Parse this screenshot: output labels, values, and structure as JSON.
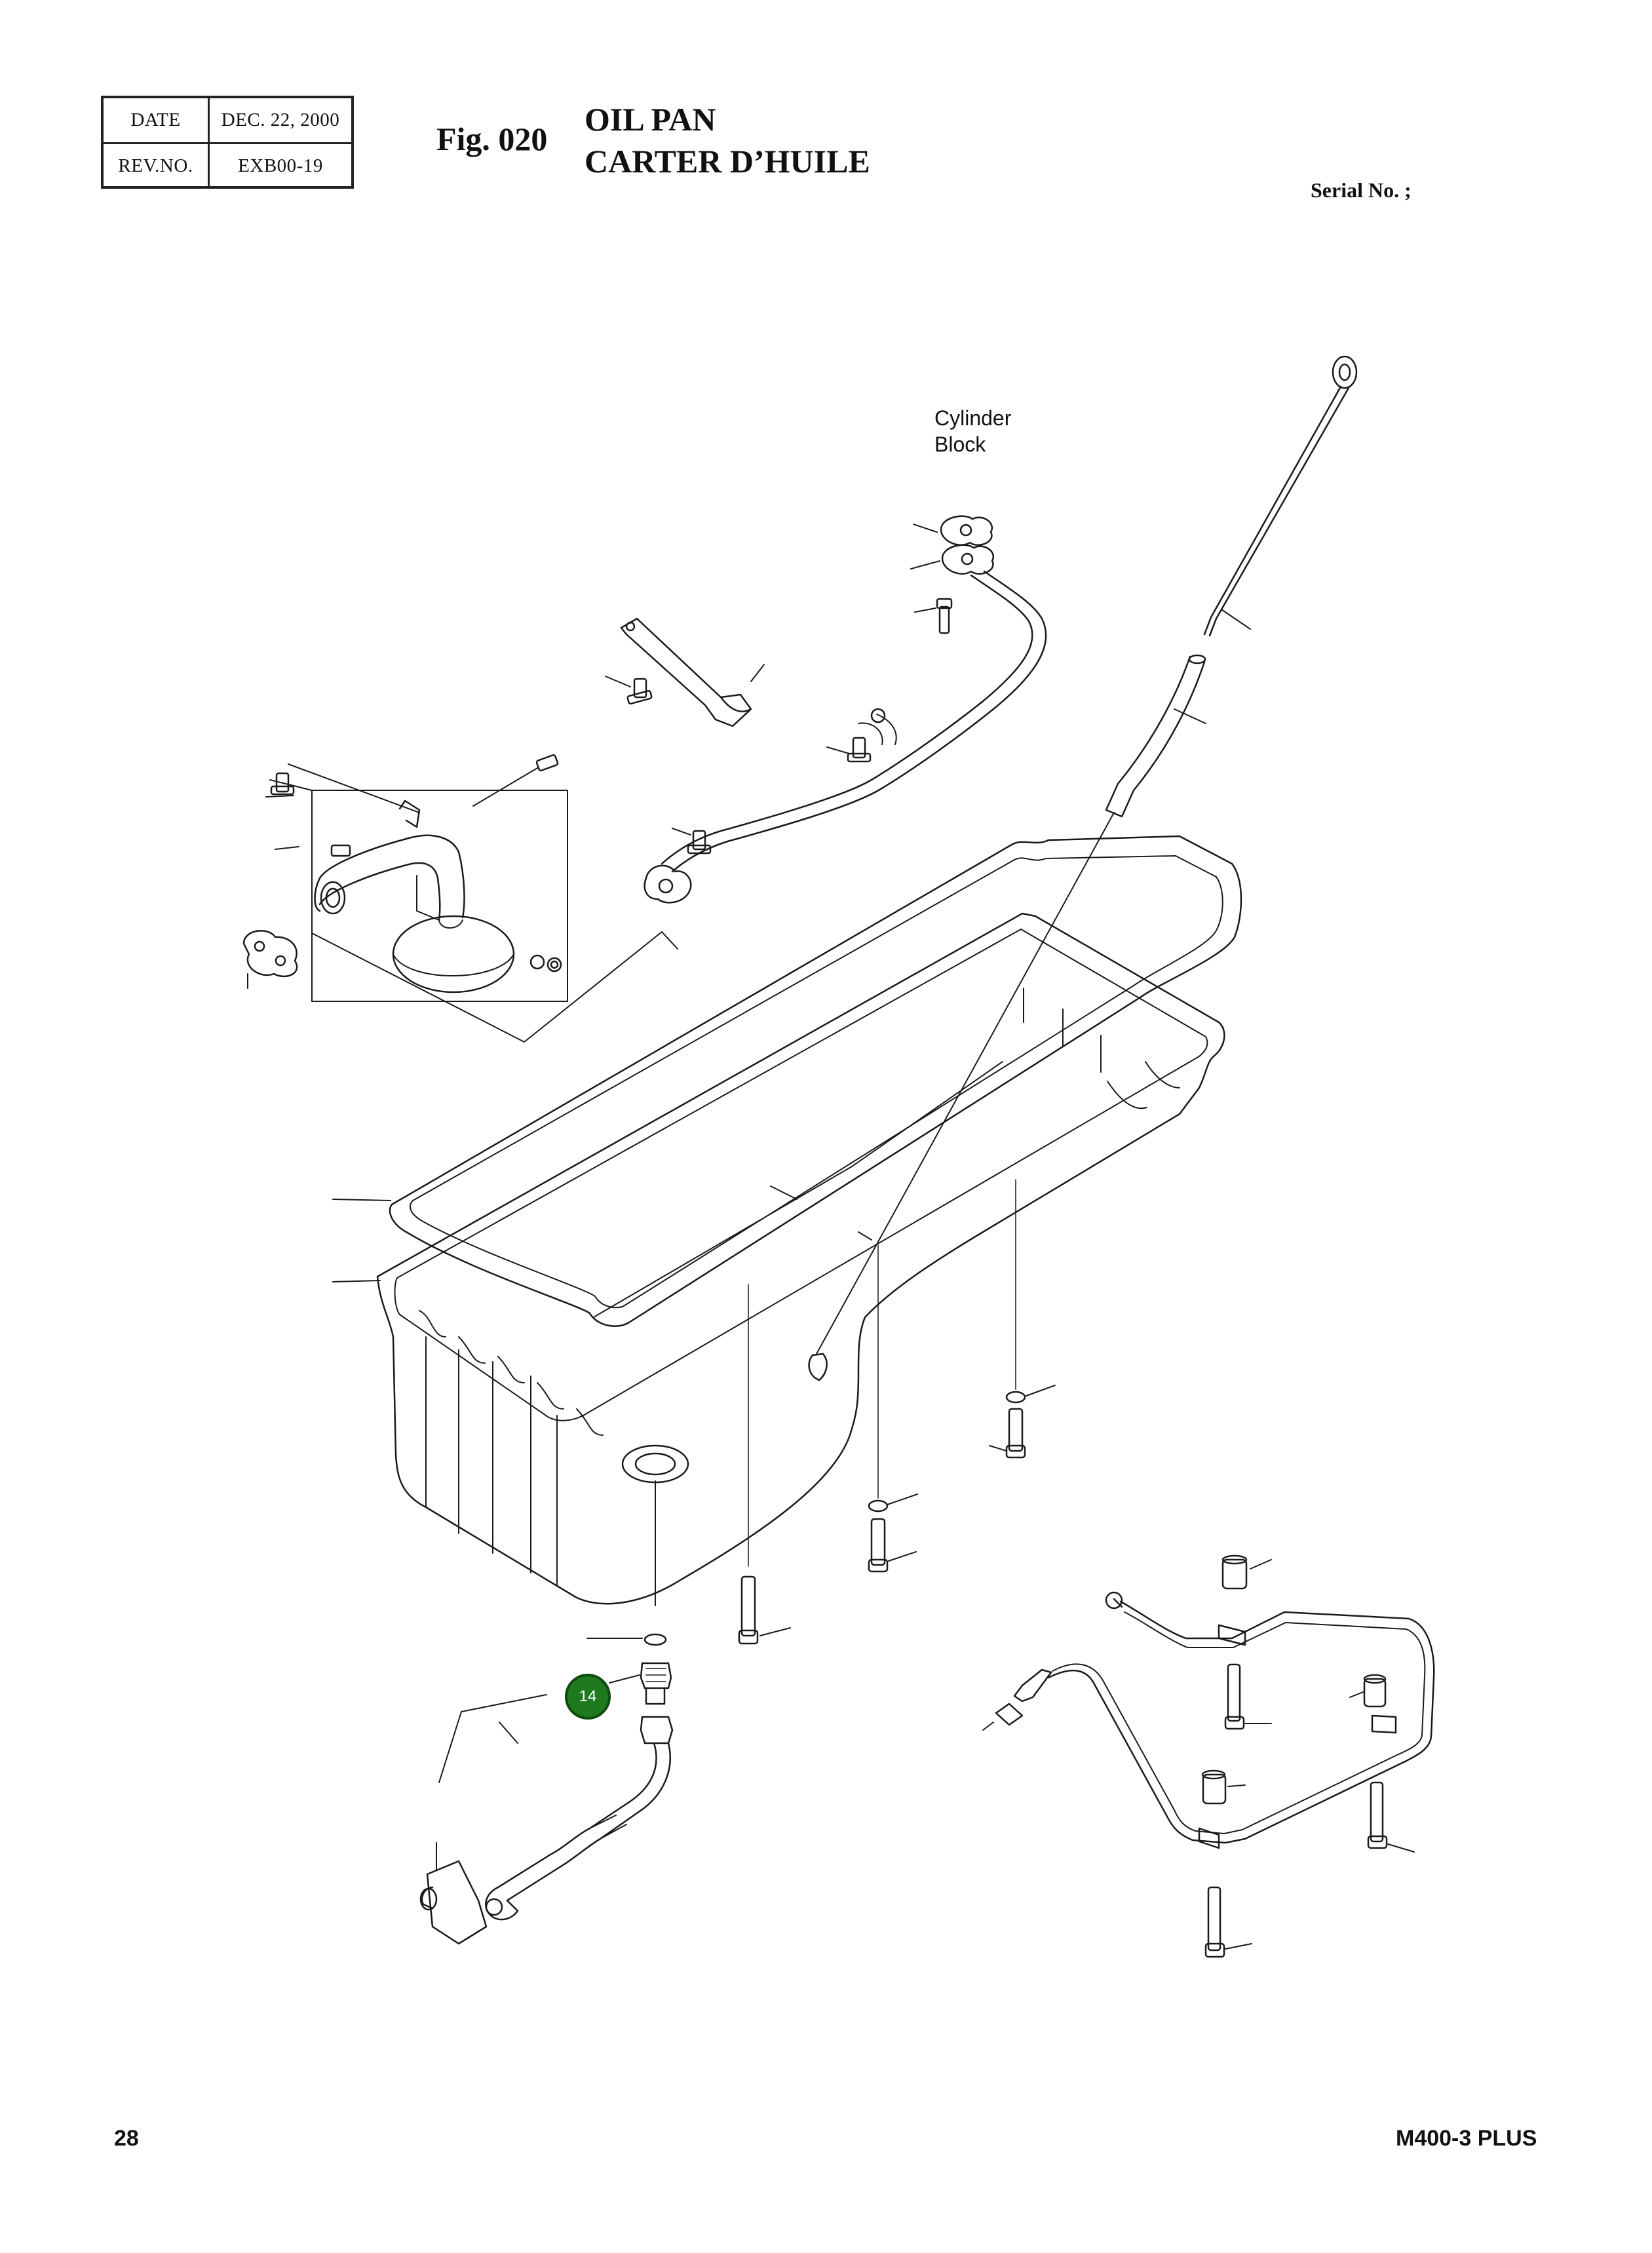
{
  "header": {
    "date_label": "DATE",
    "date_value": "DEC. 22, 2000",
    "rev_label": "REV.NO.",
    "rev_value": "EXB00-19"
  },
  "figure": {
    "number": "Fig. 020",
    "title_en": "OIL PAN",
    "title_fr": "CARTER D’HUILE"
  },
  "serial": "Serial No. ;",
  "diagram": {
    "cylinder_block_line1": "Cylinder",
    "cylinder_block_line2": "Block",
    "callout_badge": "14",
    "badge_color": "#1f7a1f"
  },
  "footer": {
    "page": "28",
    "model": "M400-3 PLUS"
  }
}
